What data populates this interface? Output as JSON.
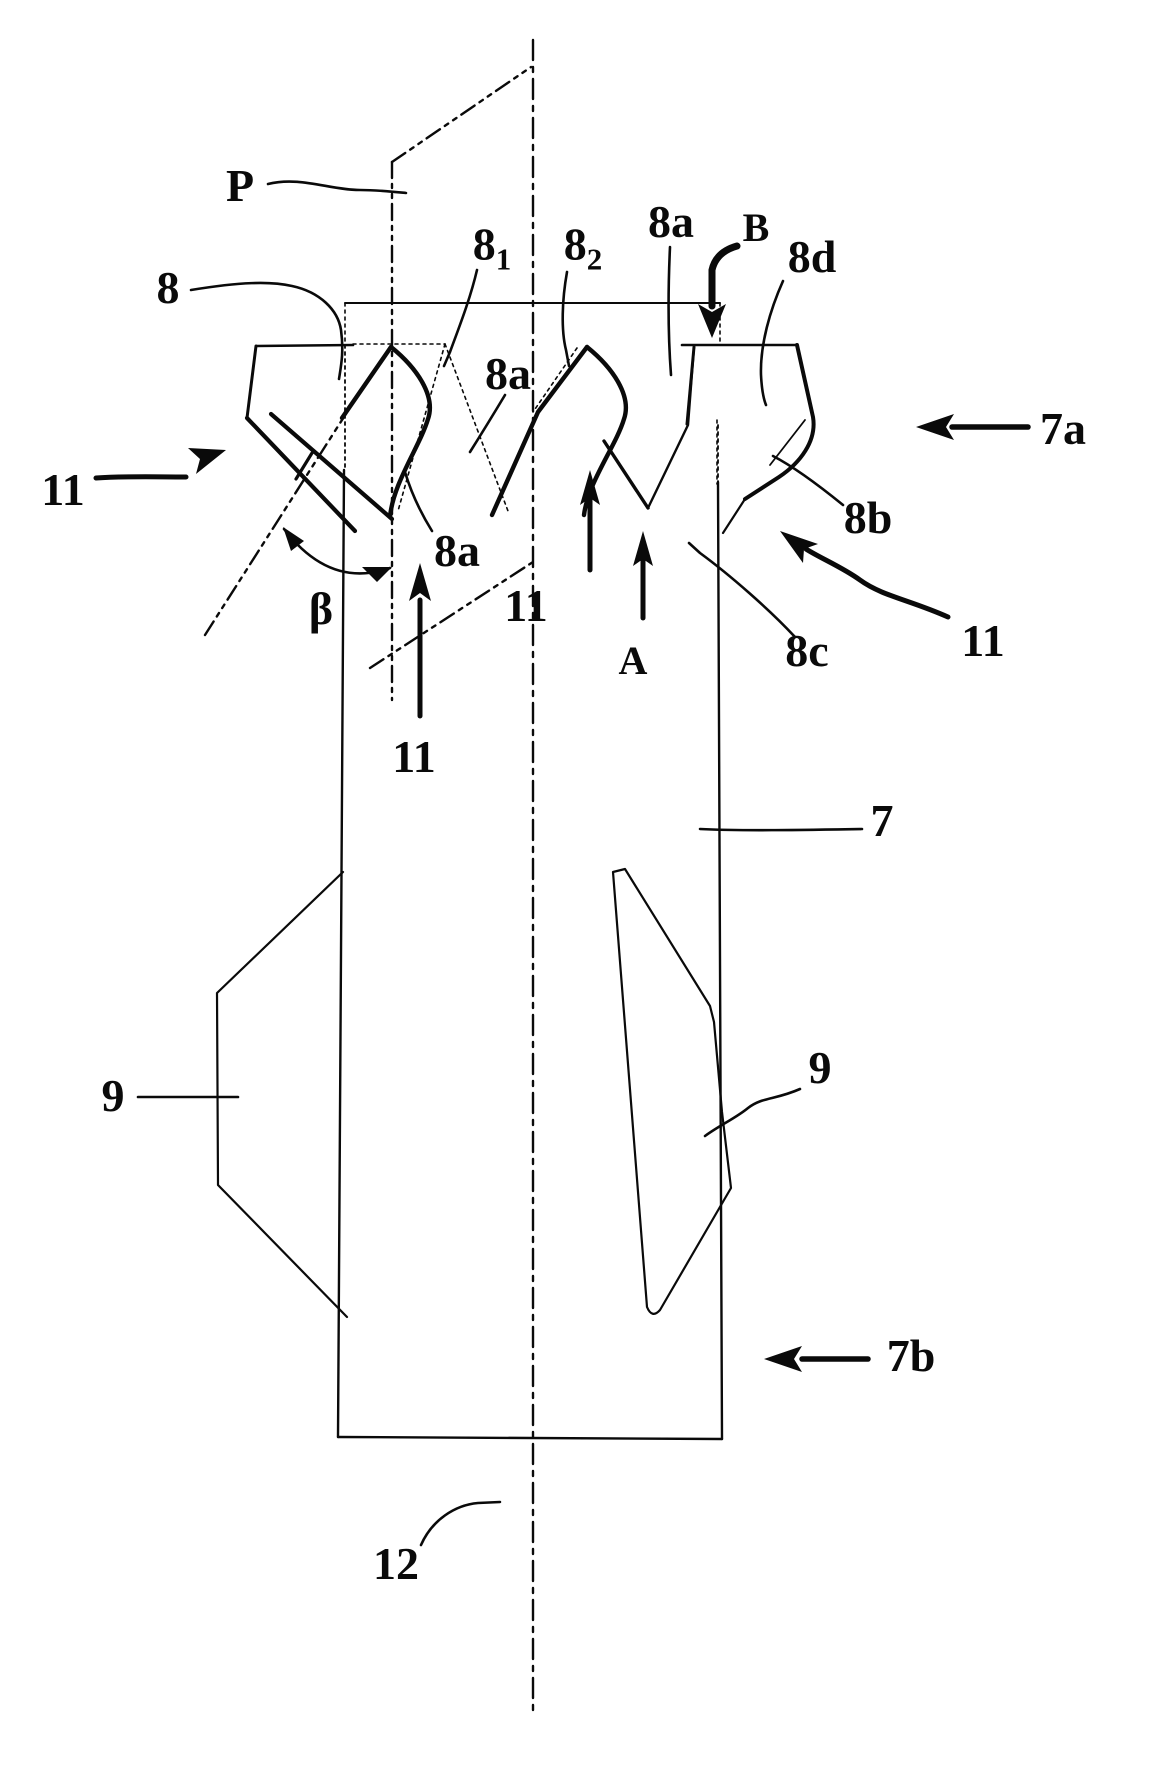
{
  "figure": {
    "type": "patent-line-drawing",
    "description": "Side view of a drill crown / hollow drill bit (7) with saw teeth (8) at its upper end, section plane P, rotation axis 12, rake angle β, lateral openings 9, cutting directions A and B",
    "ink_color": "#0a0a0a",
    "background_color": "#ffffff"
  },
  "labels": {
    "p": "P",
    "n8": "8",
    "n8_1_base": "8",
    "n8_1_sub": "1",
    "n8_2_base": "8",
    "n8_2_sub": "2",
    "n8a_top": "8a",
    "b": "B",
    "n8d": "8d",
    "n7a": "7a",
    "n11_left": "11",
    "n8a_mid": "8a",
    "n8a_low": "8a",
    "beta": "β",
    "n11_bottom": "11",
    "n11_mid": "11",
    "a": "A",
    "n8b": "8b",
    "n8c": "8c",
    "n11_right": "11",
    "n7": "7",
    "n9_left": "9",
    "n9_right": "9",
    "n7b": "7b",
    "n12": "12"
  }
}
